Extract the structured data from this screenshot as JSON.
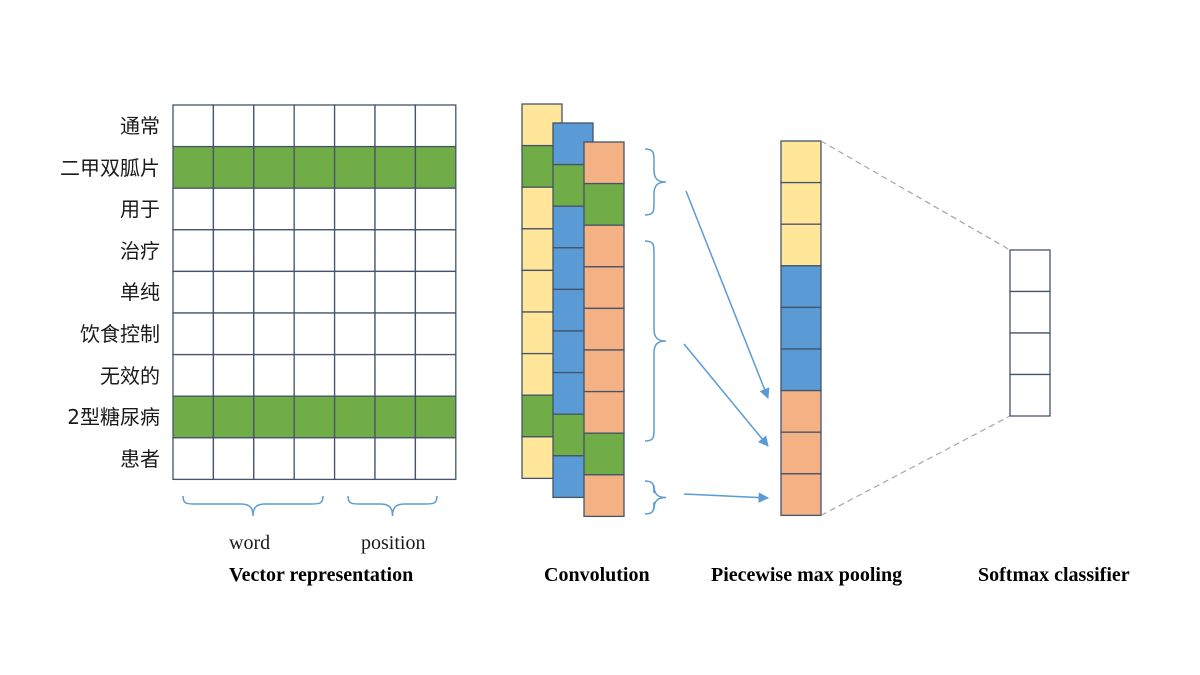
{
  "words": [
    "通常",
    "二甲双胍片",
    "用于",
    "治疗",
    "单纯",
    "饮食控制",
    "无效的",
    "2型糖尿病",
    "患者"
  ],
  "highlighted_rows": [
    1,
    7
  ],
  "embedding_dims": 7,
  "braces_bottom": {
    "word_label": "word",
    "position_label": "position"
  },
  "captions": {
    "vector": "Vector representation",
    "convolution": "Convolution",
    "pooling": "Piecewise max pooling",
    "softmax": "Softmax classifier"
  },
  "conv_filters": [
    [
      "yellow",
      "green",
      "yellow",
      "yellow",
      "yellow",
      "yellow",
      "yellow",
      "green",
      "yellow"
    ],
    [
      "blue",
      "green",
      "blue",
      "blue",
      "blue",
      "blue",
      "blue",
      "green",
      "blue"
    ],
    [
      "orange",
      "green",
      "orange",
      "orange",
      "orange",
      "orange",
      "orange",
      "green",
      "orange"
    ]
  ],
  "pooling_cells": [
    "yellow",
    "yellow",
    "yellow",
    "blue",
    "blue",
    "blue",
    "orange",
    "orange",
    "orange"
  ],
  "softmax_cells": 4,
  "colors": {
    "green": "#70ad47",
    "yellow": "#ffe699",
    "blue": "#5b9bd5",
    "orange": "#f4b183",
    "grid_border": "#44546a",
    "arrow": "#5b9bd5",
    "dash": "#a6a6a6"
  }
}
